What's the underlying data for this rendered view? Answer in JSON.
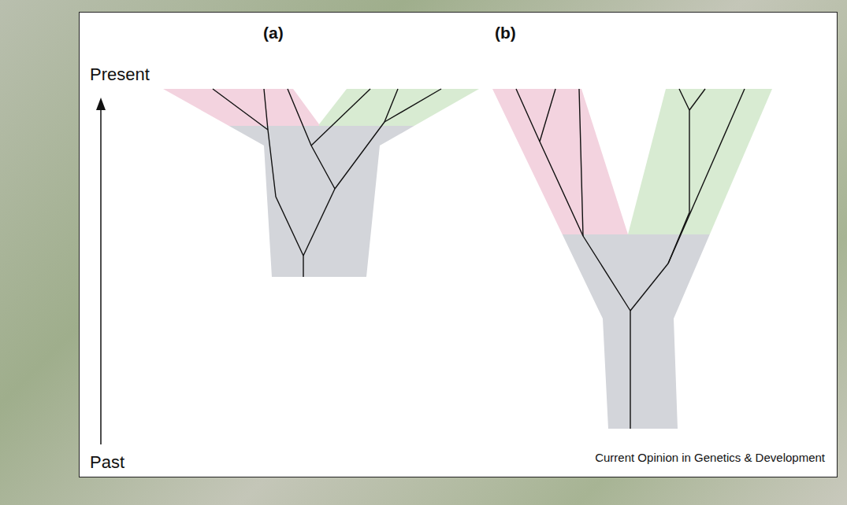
{
  "diagram": {
    "labels": [
      "Present",
      "Past",
      "(a)",
      "(b)",
      "Current Opinion in Genetics & Development"
    ]
  }
}
